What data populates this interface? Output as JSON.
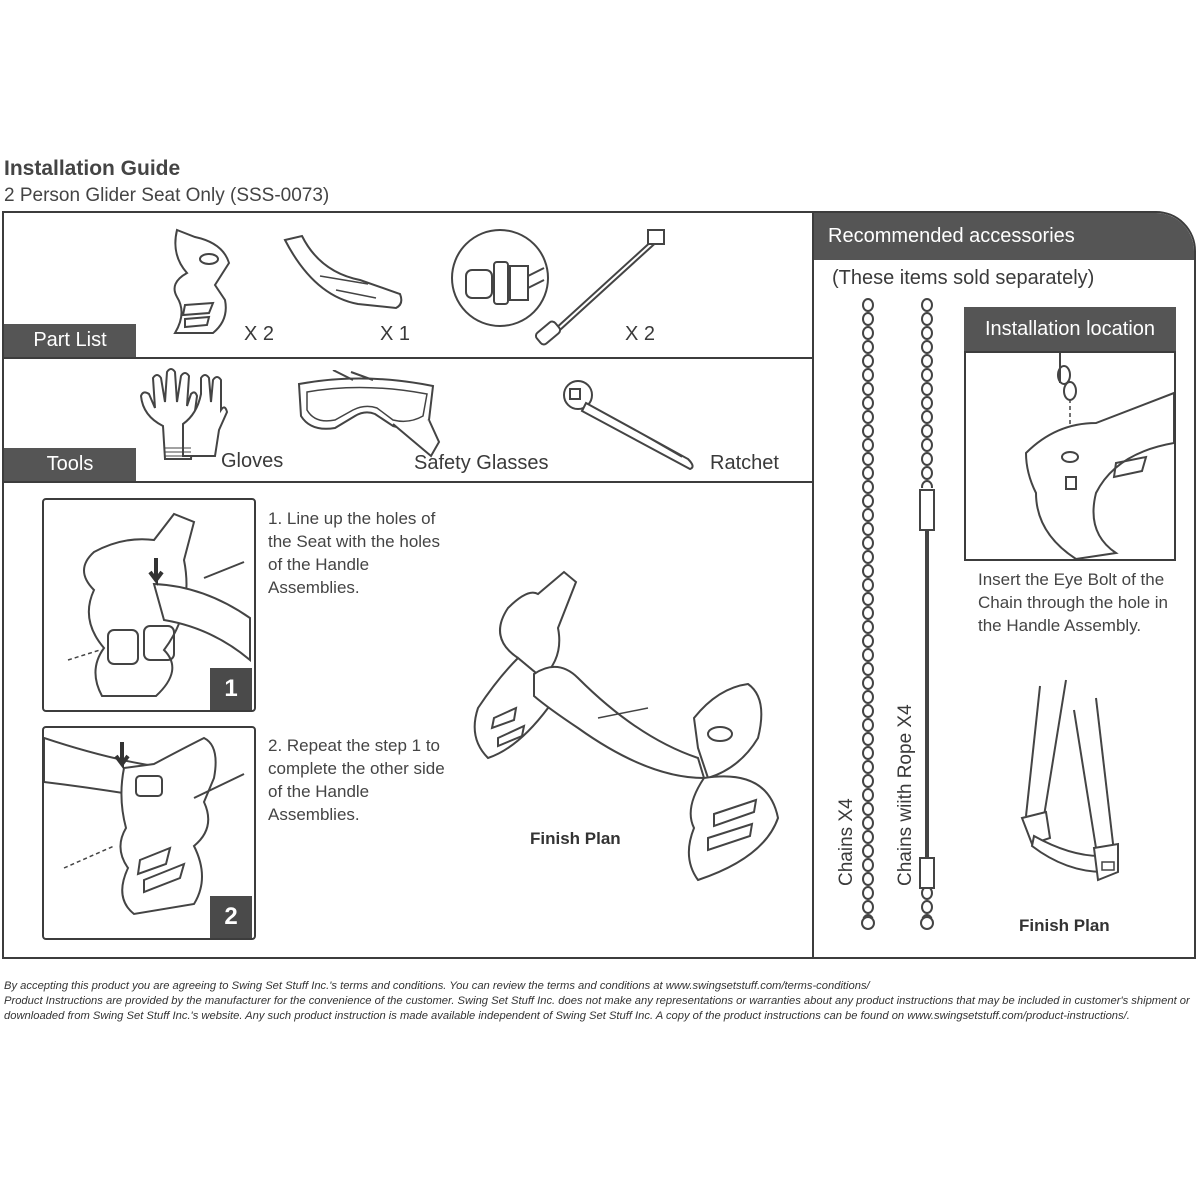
{
  "header": {
    "title": "Installation Guide",
    "subtitle": "2 Person Glider Seat Only (SSS-0073)"
  },
  "part_list": {
    "label": "Part List",
    "items": [
      {
        "icon": "handle-assembly-icon",
        "qty": "X 2"
      },
      {
        "icon": "seat-icon",
        "qty": "X 1"
      },
      {
        "icon": "bolt-set-icon",
        "qty": "X 2"
      }
    ]
  },
  "tools": {
    "label": "Tools",
    "items": [
      {
        "icon": "gloves-icon",
        "label": "Gloves"
      },
      {
        "icon": "safety-glasses-icon",
        "label": "Safety Glasses"
      },
      {
        "icon": "ratchet-icon",
        "label": "Ratchet"
      }
    ]
  },
  "steps": [
    {
      "number": "1",
      "text": "1. Line up the holes of the Seat with the holes of the Handle Assemblies."
    },
    {
      "number": "2",
      "text": "2. Repeat the step 1 to complete the other side of the Handle Assemblies."
    }
  ],
  "finish_plan_label": "Finish Plan",
  "accessories": {
    "header": "Recommended accessories",
    "note": "(These items sold separately)",
    "chains_label": "Chains  X4",
    "chains_rope_label": "Chains wiith Rope  X4",
    "location_header": "Installation location",
    "location_text": "Insert the Eye Bolt of the Chain through the hole in the Handle Assembly.",
    "finish_plan_label": "Finish Plan"
  },
  "disclaimer": [
    "By accepting this product you are agreeing to Swing Set Stuff Inc.'s terms and conditions. You can review the terms and conditions at www.swingsetstuff.com/terms-conditions/",
    "Product Instructions are provided by the manufacturer for the convenience of the customer. Swing Set Stuff Inc. does not make any representations or warranties about any product instructions that may be included in customer's shipment or downloaded from Swing Set Stuff Inc.'s website. Any such product instruction is made available independent of Swing Set Stuff Inc.  A copy of the product instructions can be found on www.swingsetstuff.com/product-instructions/."
  ]
}
